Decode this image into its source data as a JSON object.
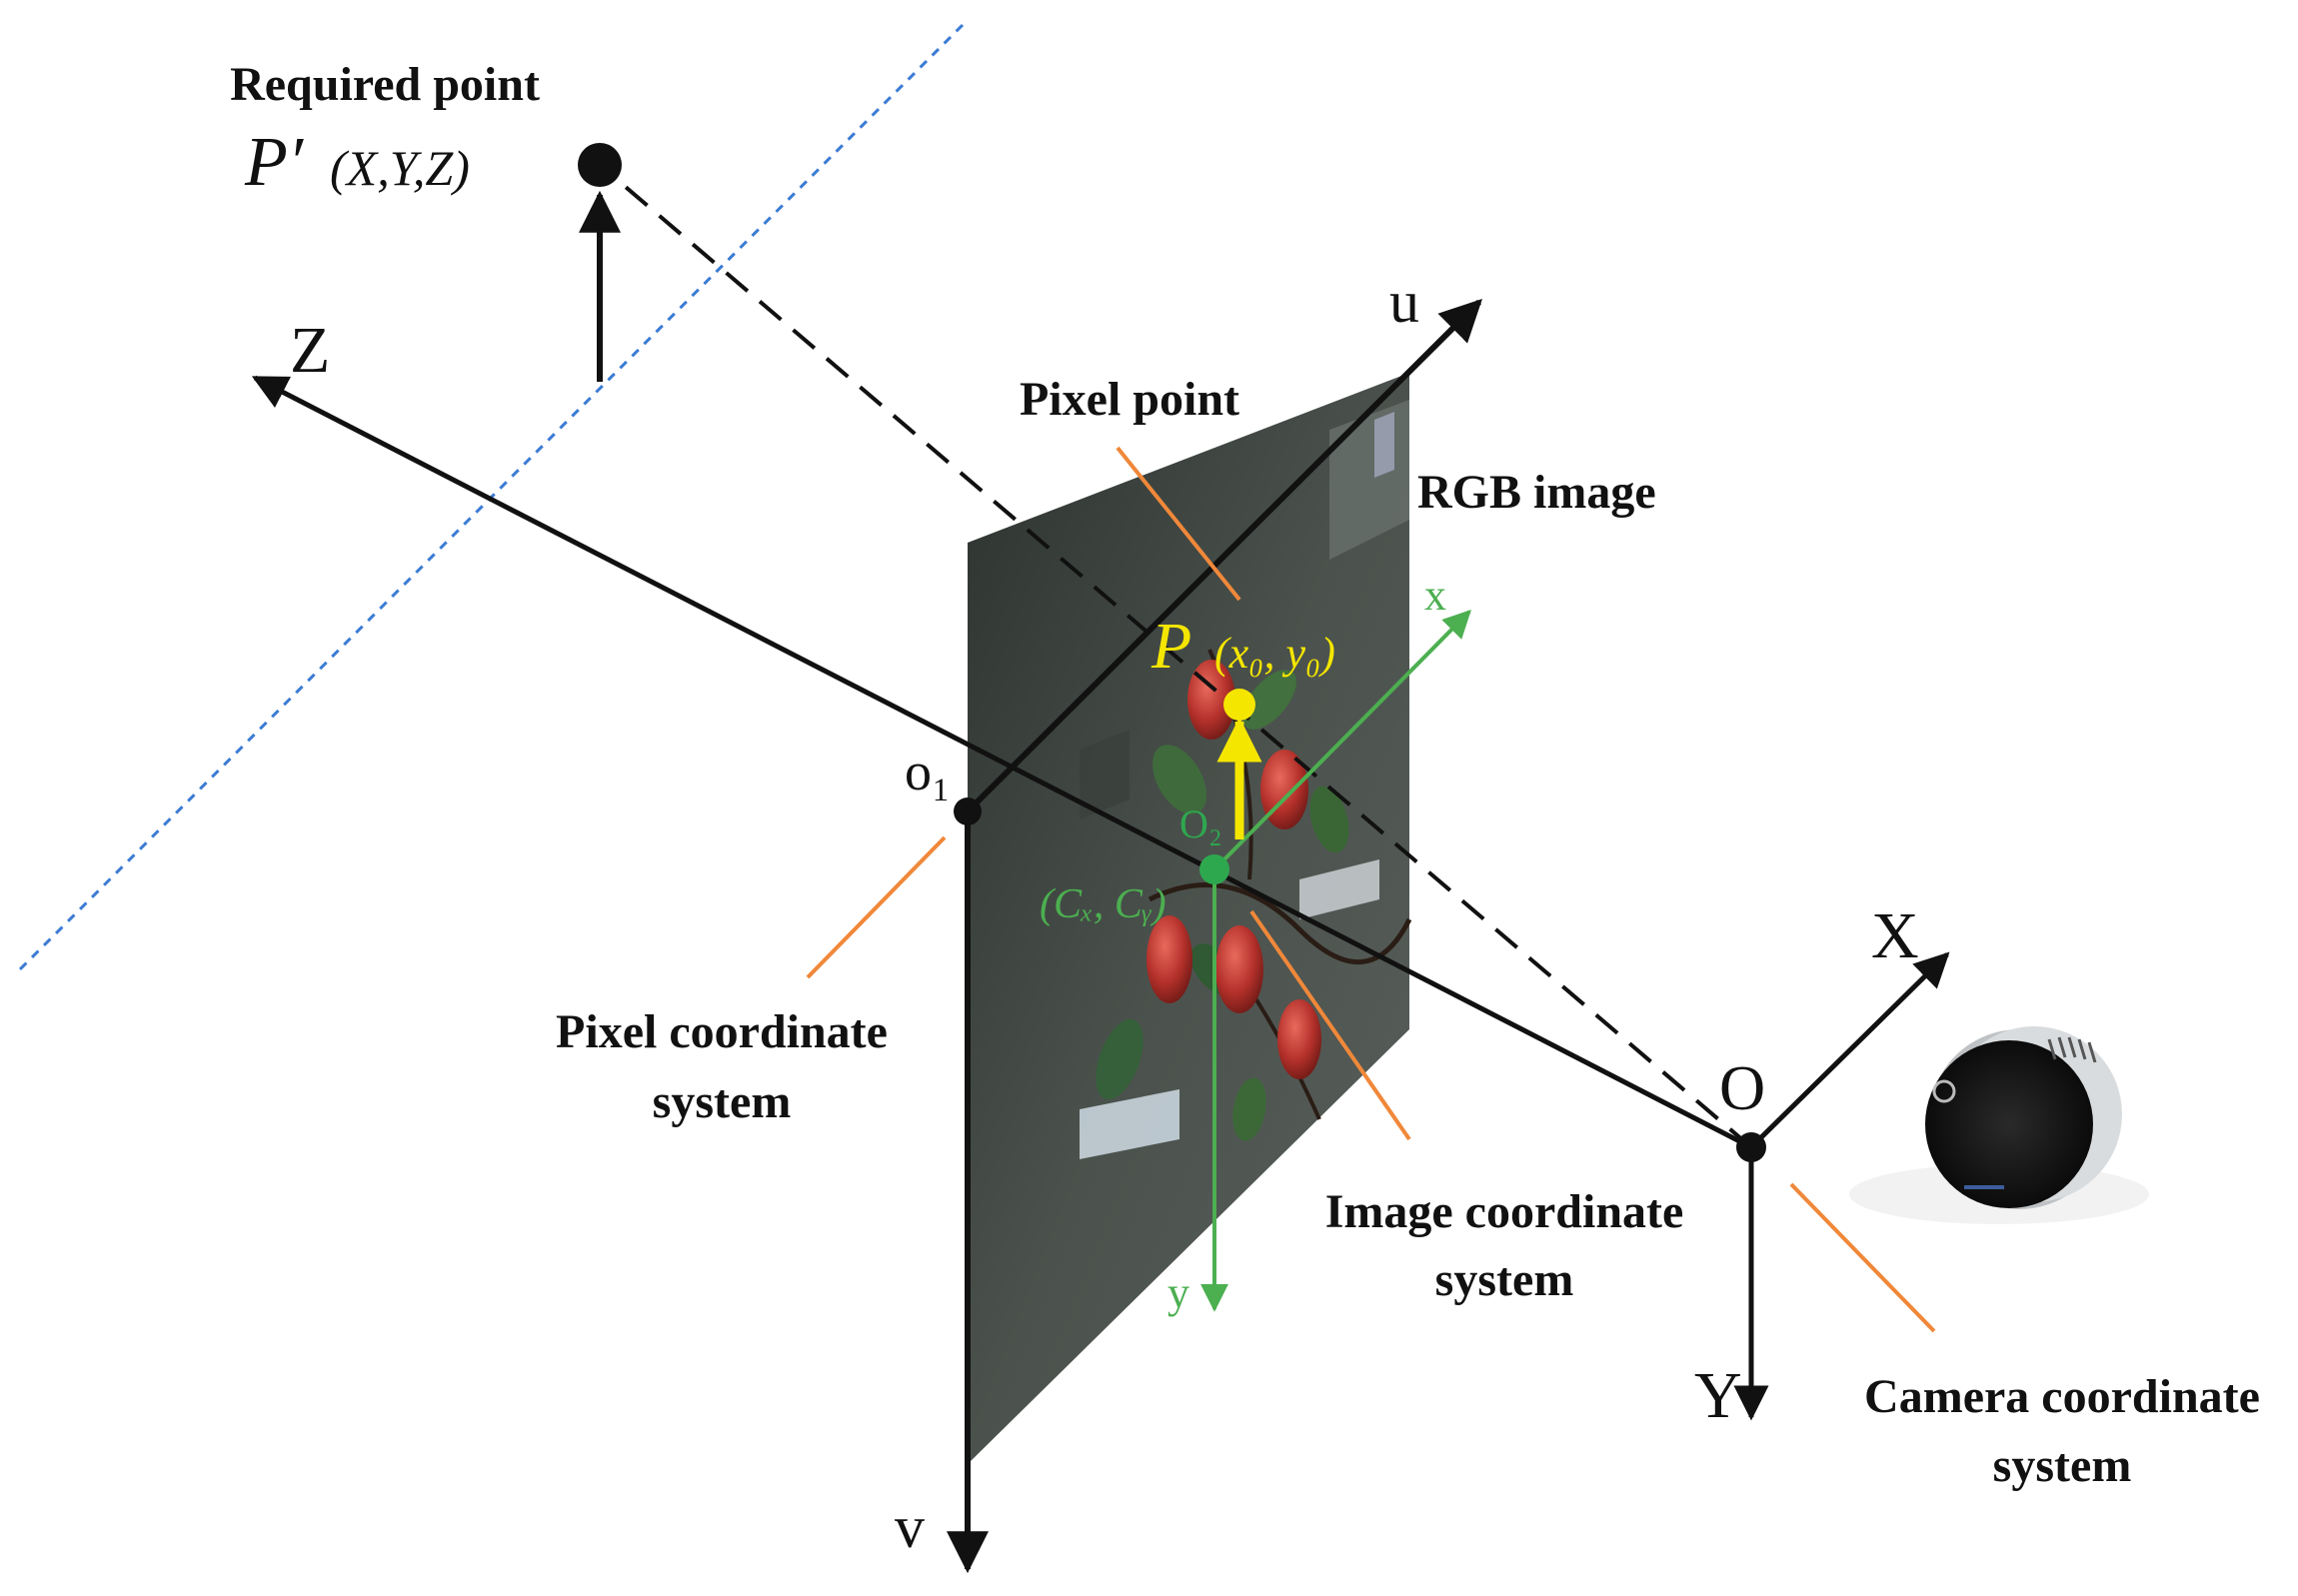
{
  "labels": {
    "required_point": "Required point",
    "p_prime_symbol": "P′",
    "p_prime_coords": "(X,Y,Z)",
    "pixel_point": "Pixel point",
    "rgb_image": "RGB image",
    "p_symbol": "P",
    "p_coords": "(x₀, y₀)",
    "o1": "o₁",
    "o2": "O₂",
    "cx_cy": "(Cₓ, Cᵧ)",
    "pixel_cs_line1": "Pixel coordinate",
    "pixel_cs_line2": "system",
    "image_cs_line1": "Image coordinate",
    "image_cs_line2": "system",
    "camera_cs_line1": "Camera coordinate",
    "camera_cs_line2": "system",
    "axis_u": "u",
    "axis_v": "v",
    "axis_x": "x",
    "axis_y": "y",
    "axis_X": "X",
    "axis_Y": "Y",
    "axis_Z": "Z",
    "origin_O": "O"
  },
  "colors": {
    "axis": "#111111",
    "image_axes": "#4caf50",
    "pixel_point": "#f5e600",
    "leader_lines": "#f0883a",
    "dotted_line": "#3b7bd4",
    "image_plane": "#4a5048"
  },
  "icons": {
    "camera": "depth-camera-icon"
  }
}
